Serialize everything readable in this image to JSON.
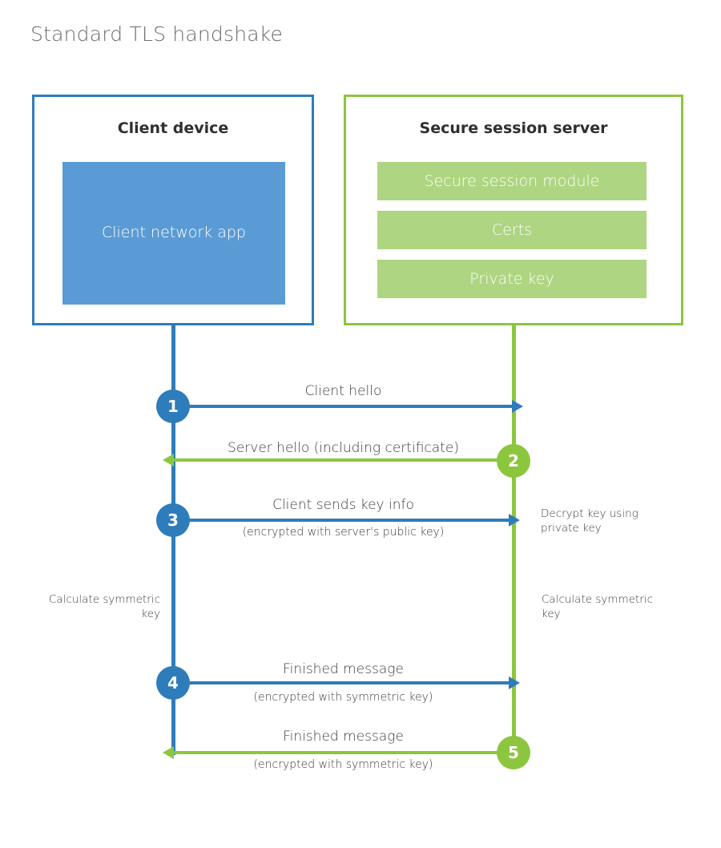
{
  "title": "Standard TLS handshake",
  "colors": {
    "blue_stroke": "#2e7cba",
    "blue_fill": "#5b9bd5",
    "green_stroke": "#8cc63e",
    "green_fill": "#aed581",
    "text": "#3c3c3c",
    "title_text": "#6b6b6b",
    "background": "#ffffff"
  },
  "client": {
    "title": "Client device",
    "app_label": "Client network app"
  },
  "server": {
    "title": "Secure session server",
    "modules": [
      {
        "label": "Secure session module"
      },
      {
        "label": "Certs"
      },
      {
        "label": "Private key"
      }
    ]
  },
  "steps": [
    {
      "number": "1",
      "label": "Client hello",
      "sub": "",
      "direction": "client-to-server",
      "color": "blue"
    },
    {
      "number": "2",
      "label": "Server hello (including certificate)",
      "sub": "",
      "direction": "server-to-client",
      "color": "green"
    },
    {
      "number": "3",
      "label": "Client sends key info",
      "sub": "(encrypted with server's public key)",
      "direction": "client-to-server",
      "color": "blue"
    },
    {
      "number": "4",
      "label": "Finished message",
      "sub": "(encrypted with symmetric key)",
      "direction": "client-to-server",
      "color": "blue"
    },
    {
      "number": "5",
      "label": "Finished message",
      "sub": "(encrypted with symmetric key)",
      "direction": "server-to-client",
      "color": "green"
    }
  ],
  "notes": {
    "decrypt_key": "Decrypt key using private key",
    "client_calculate": "Calculate symmetric key",
    "server_calculate": "Calculate symmetric key"
  }
}
